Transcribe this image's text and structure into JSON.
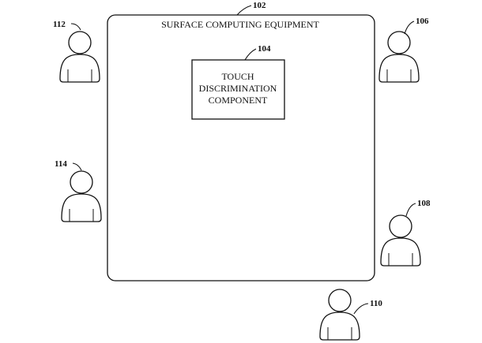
{
  "surface": {
    "label": "SURFACE COMPUTING EQUIPMENT",
    "ref": "102"
  },
  "component": {
    "label_lines": [
      "TOUCH",
      "DISCRIMINATION",
      "COMPONENT"
    ],
    "ref": "104"
  },
  "users": [
    {
      "ref": "112"
    },
    {
      "ref": "106"
    },
    {
      "ref": "114"
    },
    {
      "ref": "108"
    },
    {
      "ref": "110"
    }
  ]
}
